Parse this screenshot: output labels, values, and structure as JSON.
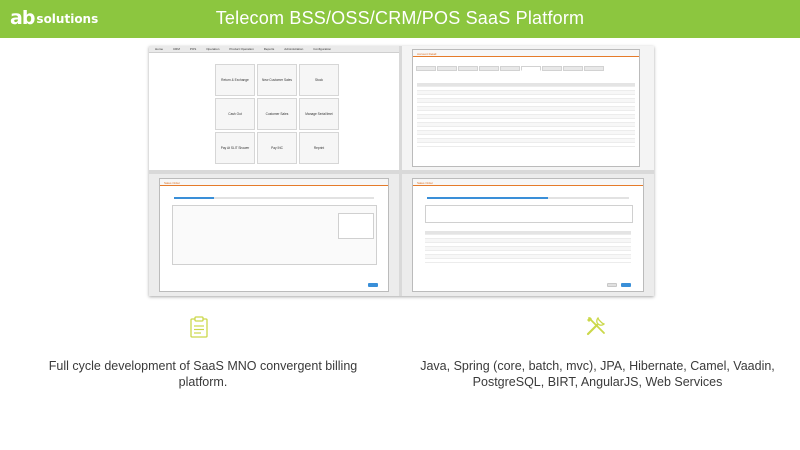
{
  "header": {
    "logo_mark": "ab",
    "logo_text": "solutions",
    "title": "Telecom BSS/OSS/CRM/POS SaaS Platform"
  },
  "screenshot_pos": {
    "menu": [
      "Home",
      "CRM",
      "POS",
      "Operation",
      "Product Operation",
      "Reports",
      "Administration",
      "Configuration"
    ],
    "tiles": [
      "Return & Exchange",
      "New Customer Sales",
      "Stock",
      "Cash Out",
      "Customer Sales",
      "Manage Serial/Imei",
      "Pay At SLIT Shower",
      "Pay INC",
      "Reprint"
    ]
  },
  "screenshot_crm": {
    "dialog_title": "Account Detail"
  },
  "screenshot_sales": {
    "dialog_title": "Sales Order"
  },
  "screenshot_order": {
    "dialog_title": "Sales Order"
  },
  "features": [
    {
      "icon": "clipboard-icon",
      "text": "Full cycle development of SaaS MNO convergent billing platform."
    },
    {
      "icon": "tools-icon",
      "text": "Java, Spring (core, batch, mvc), JPA, Hibernate, Camel, Vaadin, PostgreSQL, BIRT, AngularJS, Web Services"
    }
  ],
  "colors": {
    "brand_green": "#8cc63f",
    "accent_orange": "#e07020",
    "button_blue": "#3a8fd8"
  }
}
